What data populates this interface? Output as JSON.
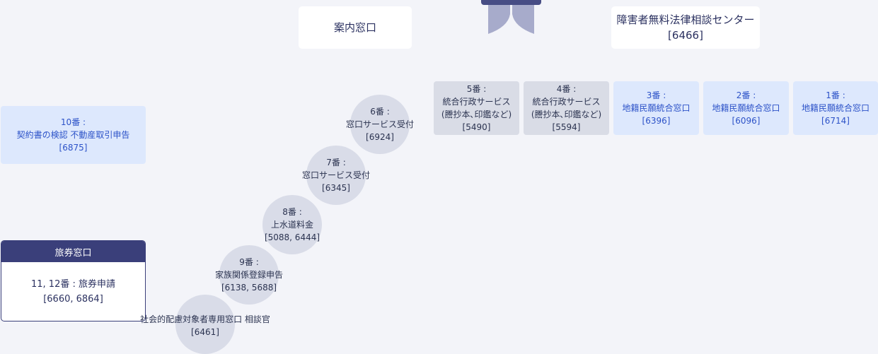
{
  "info_desk": {
    "label": "案内窓口"
  },
  "legal_center": {
    "name": "障害者無料法律相談センター",
    "ext": "[6466]"
  },
  "windows": [
    {
      "number": "5番 :",
      "name": "統合行政サービス",
      "sub": "(謄抄本､印鑑など)",
      "ext": "[5490]",
      "style": "grey"
    },
    {
      "number": "4番 :",
      "name": "統合行政サービス",
      "sub": "(謄抄本､印鑑など)",
      "ext": "[5594]",
      "style": "grey"
    },
    {
      "number": "3番 :",
      "name": "地籍民願統合窓口",
      "ext": "[6396]",
      "style": "blue"
    },
    {
      "number": "2番 :",
      "name": "地籍民願統合窓口",
      "ext": "[6096]",
      "style": "blue"
    },
    {
      "number": "1番 :",
      "name": "地籍民願統合窓口",
      "ext": "[6714]",
      "style": "blue"
    }
  ],
  "window10": {
    "number": "10番 :",
    "name": "契約書の検認 不動産取引申告",
    "ext": "[6875]"
  },
  "passport": {
    "title": "旅券窓口",
    "line": "11, 12番 : 旅券申請",
    "ext": "[6660, 6864]"
  },
  "circles": [
    {
      "number": "6番 :",
      "name": "窓口サービス受付",
      "ext": "[6924]"
    },
    {
      "number": "7番 :",
      "name": "窓口サービス受付",
      "ext": "[6345]"
    },
    {
      "number": "8番 :",
      "name": "上水道料金",
      "ext": "[5088, 6444]"
    },
    {
      "number": "9番 :",
      "name": "家族関係登録申告",
      "ext": "[6138, 5688]"
    },
    {
      "name": "社会的配慮対象者専用窓口 相談官",
      "ext": "[6461]"
    }
  ],
  "colors": {
    "navy": "#3a3f7a",
    "blue_text": "#2c52c8",
    "blue_bg": "#dde8fd",
    "grey_bg": "#d9dce6"
  }
}
